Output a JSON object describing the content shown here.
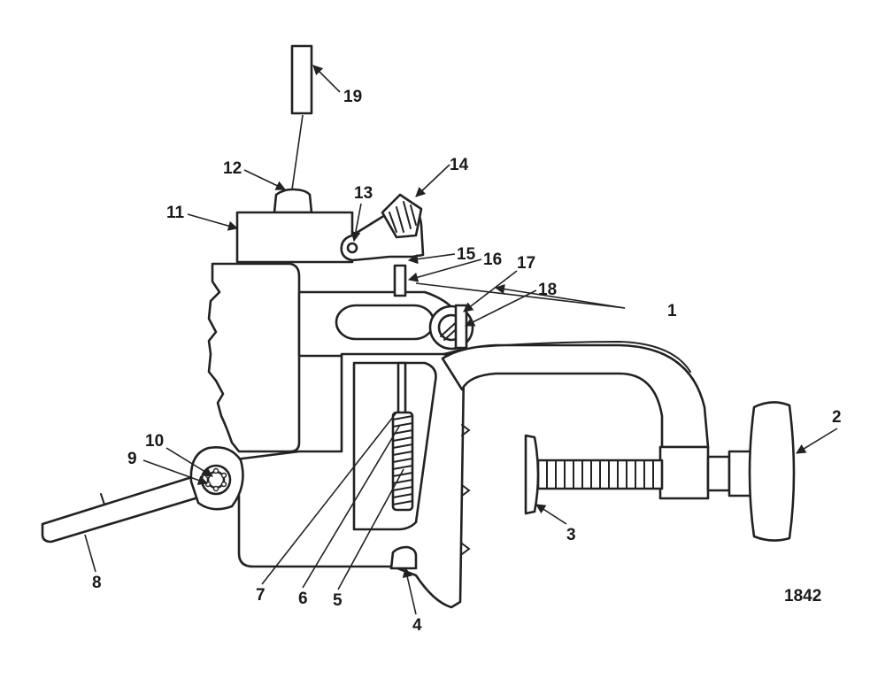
{
  "callouts": [
    {
      "id": "1",
      "text": "1"
    },
    {
      "id": "2",
      "text": "2"
    },
    {
      "id": "3",
      "text": "3"
    },
    {
      "id": "4",
      "text": "4"
    },
    {
      "id": "5",
      "text": "5"
    },
    {
      "id": "6",
      "text": "6"
    },
    {
      "id": "7",
      "text": "7"
    },
    {
      "id": "8",
      "text": "8"
    },
    {
      "id": "9",
      "text": "9"
    },
    {
      "id": "10",
      "text": "10"
    },
    {
      "id": "11",
      "text": "11"
    },
    {
      "id": "12",
      "text": "12"
    },
    {
      "id": "13",
      "text": "13"
    },
    {
      "id": "14",
      "text": "14"
    },
    {
      "id": "15",
      "text": "15"
    },
    {
      "id": "16",
      "text": "16"
    },
    {
      "id": "17",
      "text": "17"
    },
    {
      "id": "18",
      "text": "18"
    },
    {
      "id": "19",
      "text": "19"
    }
  ],
  "figure_number": "1842",
  "colors": {
    "ink": "#222222",
    "paper": "#ffffff"
  }
}
